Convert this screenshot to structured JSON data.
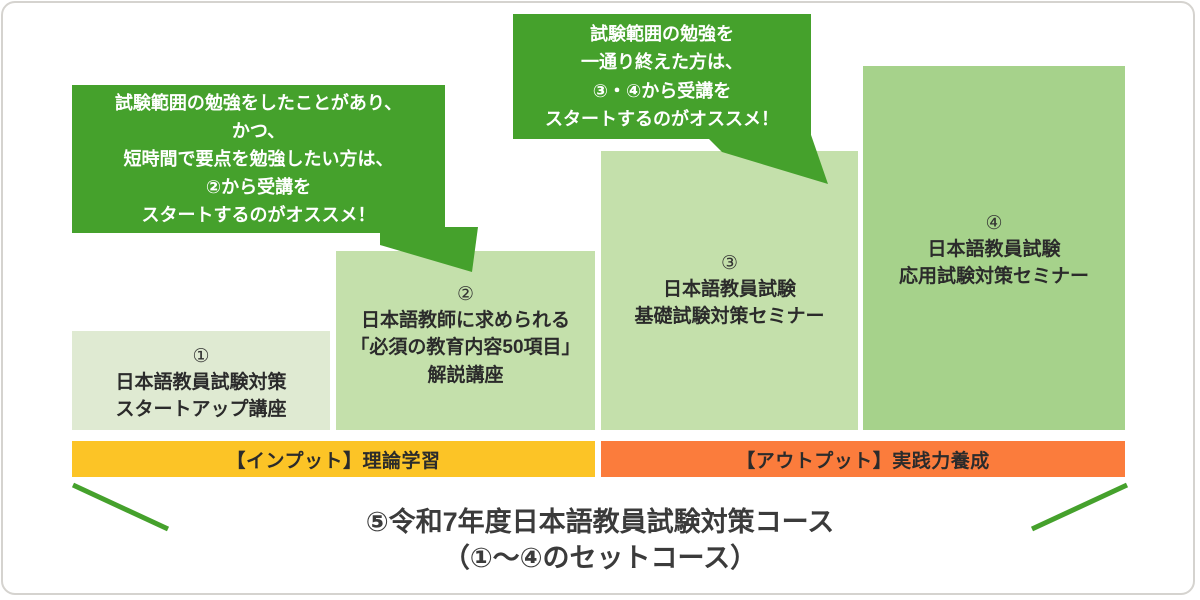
{
  "diagram": {
    "title_lines": "⑤令和7年度日本語教員試験対策コース\n（①〜④のセットコース）",
    "frame_color": "#d5d3cf"
  },
  "callouts": [
    {
      "id": "callout-step2",
      "text": "試験範囲の勉強をしたことがあり、\nかつ、\n短時間で要点を勉強したい方は、\n②から受講を\nスタートするのがオススメ！",
      "color": "#45a12c"
    },
    {
      "id": "callout-step34",
      "text": "試験範囲の勉強を\n一通り終えた方は、\n③・④から受講を\nスタートするのがオススメ！",
      "color": "#45a12c"
    }
  ],
  "steps": [
    {
      "number": "①",
      "lines": "日本語教員試験対策\nスタートアップ講座",
      "color": "#dfead2"
    },
    {
      "number": "②",
      "lines": "日本語教師に求められる\n「必須の教育内容50項目」\n解説講座",
      "color": "#c4e0ab"
    },
    {
      "number": "③",
      "lines": "日本語教員試験\n基礎試験対策セミナー",
      "color": "#c4e0ab"
    },
    {
      "number": "④",
      "lines": "日本語教員試験\n応用試験対策セミナー",
      "color": "#a6d28b"
    }
  ],
  "phases": [
    {
      "id": "phase-input",
      "label": "【インプット】理論学習",
      "color": "#fcc426"
    },
    {
      "id": "phase-output",
      "label": "【アウトプット】実践力養成",
      "color": "#fb7c3c"
    }
  ],
  "brackets": {
    "color": "#45a12c"
  }
}
